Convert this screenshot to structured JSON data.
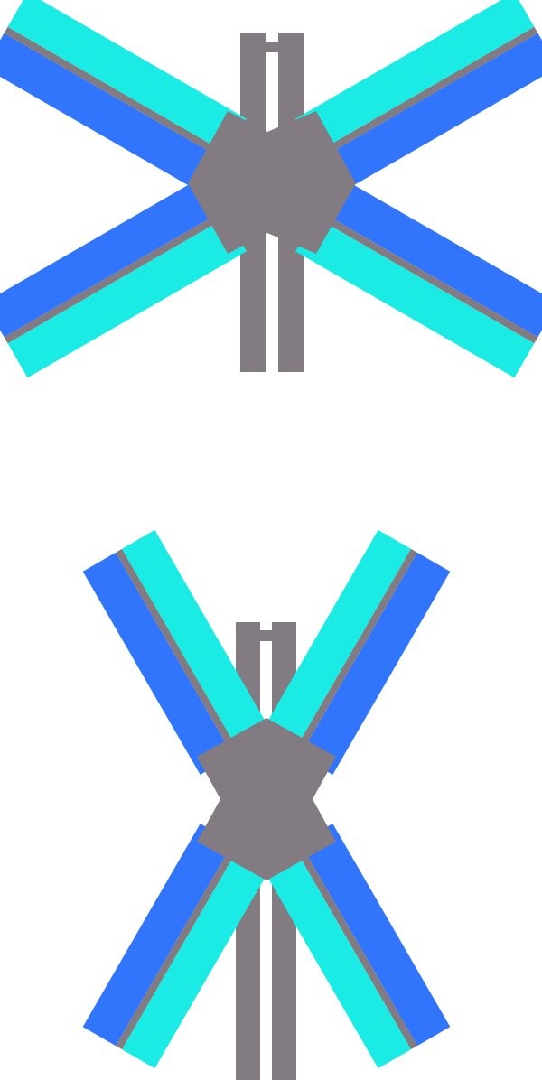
{
  "colors": {
    "background": "#ffffff",
    "core": "#827b82",
    "arm_inner": "#3075fc",
    "arm_outer": "#1aebe4",
    "separator": "#827b82"
  },
  "figures": [
    {
      "name": "top-figure",
      "arm_angle_deg": 30,
      "arm_count": 4,
      "has_center_rails": true
    },
    {
      "name": "bottom-figure",
      "arm_angle_deg": 60,
      "arm_count": 4,
      "has_center_rails": true
    }
  ]
}
